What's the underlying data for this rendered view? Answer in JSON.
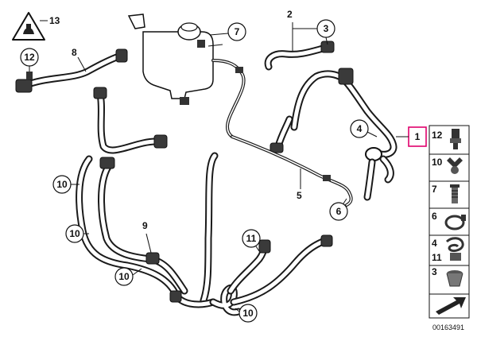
{
  "figure": {
    "catalog_number": "00163491",
    "highlighted_part": "1"
  },
  "callouts": {
    "c12_top": "12",
    "c13": "13",
    "c8": "8",
    "c7": "7",
    "c2": "2",
    "c3": "3",
    "c4": "4",
    "c1": "1",
    "c5": "5",
    "c6": "6",
    "c9": "9",
    "c10_a": "10",
    "c10_b": "10",
    "c10_c": "10",
    "c10_d": "10",
    "c11": "11"
  },
  "legend": {
    "items": [
      {
        "number": "12"
      },
      {
        "number": "10"
      },
      {
        "number": "7"
      },
      {
        "number": "6"
      },
      {
        "number": "4"
      },
      {
        "number": "11"
      },
      {
        "number": "3"
      }
    ]
  }
}
